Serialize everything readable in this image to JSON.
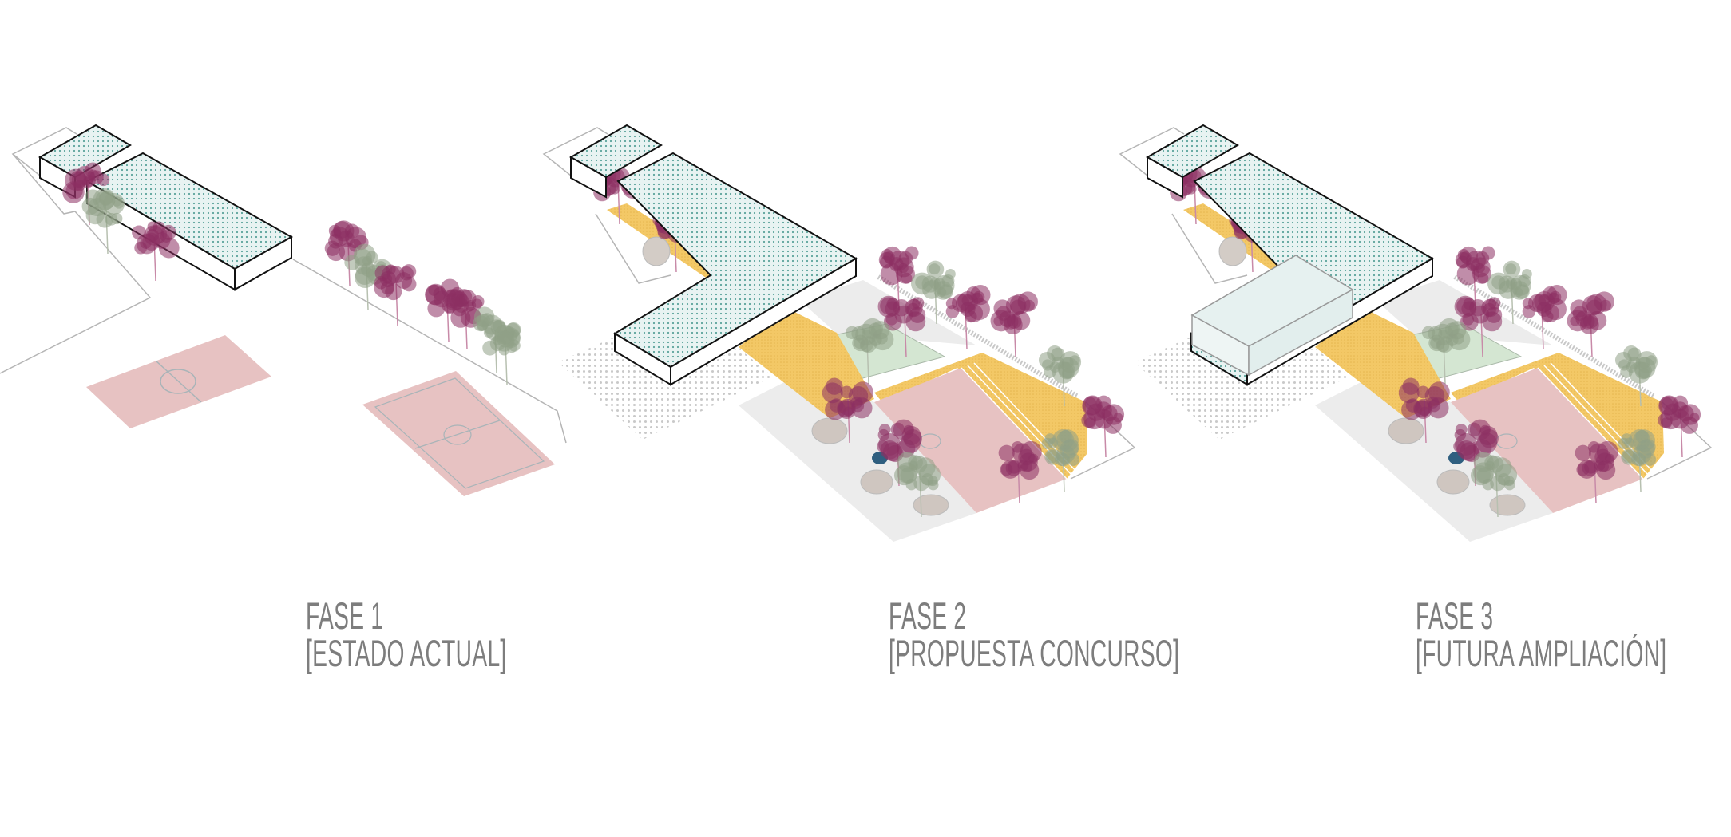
{
  "phases": [
    {
      "title": "FASE 1",
      "subtitle": "[ESTADO ACTUAL]"
    },
    {
      "title": "FASE 2",
      "subtitle": "[PROPUESTA CONCURSO]"
    },
    {
      "title": "FASE 3",
      "subtitle": "[FUTURA AMPLIACIÓN]"
    }
  ],
  "colors": {
    "label_text": "#7d7d7d",
    "roof_fill": "#e8f3f2",
    "roof_dots": "#5aa39b",
    "tree_magenta": "#8c2f63",
    "tree_green": "#8fa086",
    "court_pink": "#e7c2c2",
    "court_green": "#d4e6d2",
    "path_yellow": "#f3c866",
    "ground_gray": "#ececec",
    "pond_blue": "#2f5f80",
    "new_volume": "#e6f1f0"
  }
}
